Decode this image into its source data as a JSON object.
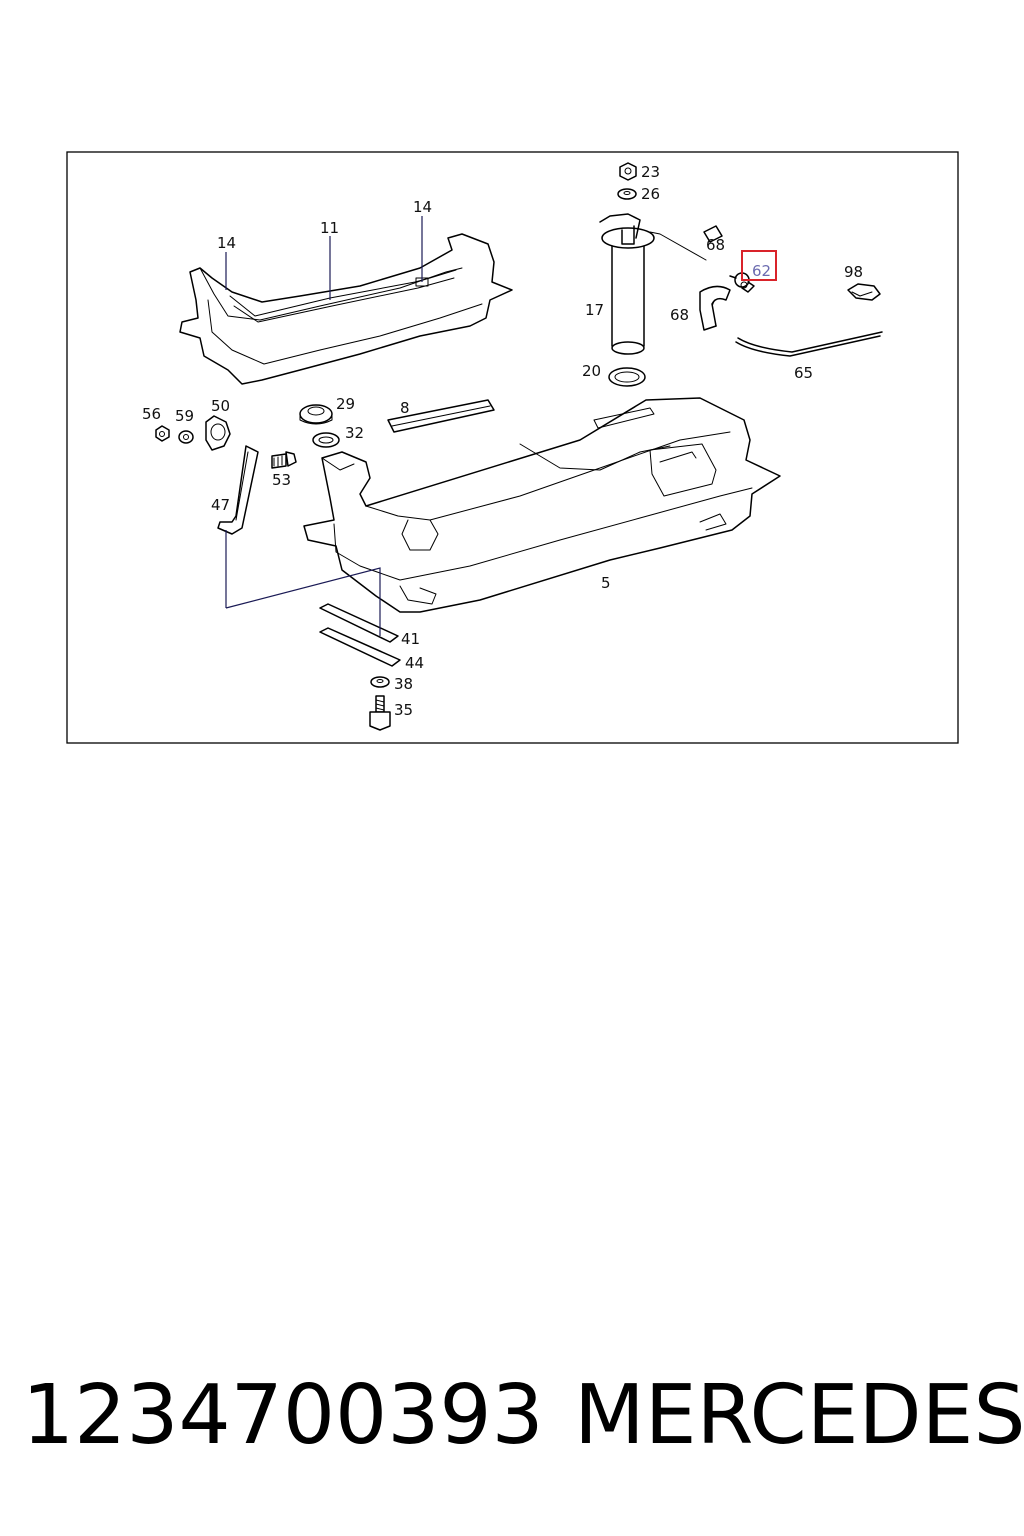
{
  "callouts": [
    "23",
    "26",
    "14",
    "11",
    "14",
    "68",
    "62",
    "98",
    "17",
    "68",
    "20",
    "65",
    "29",
    "8",
    "56",
    "59",
    "50",
    "32",
    "53",
    "47",
    "5",
    "41",
    "44",
    "38",
    "35"
  ],
  "highlighted_callout": "62",
  "highlight_color": "#d9232a",
  "footer": {
    "part_number": "1234700393",
    "brand": "MERCEDES"
  }
}
